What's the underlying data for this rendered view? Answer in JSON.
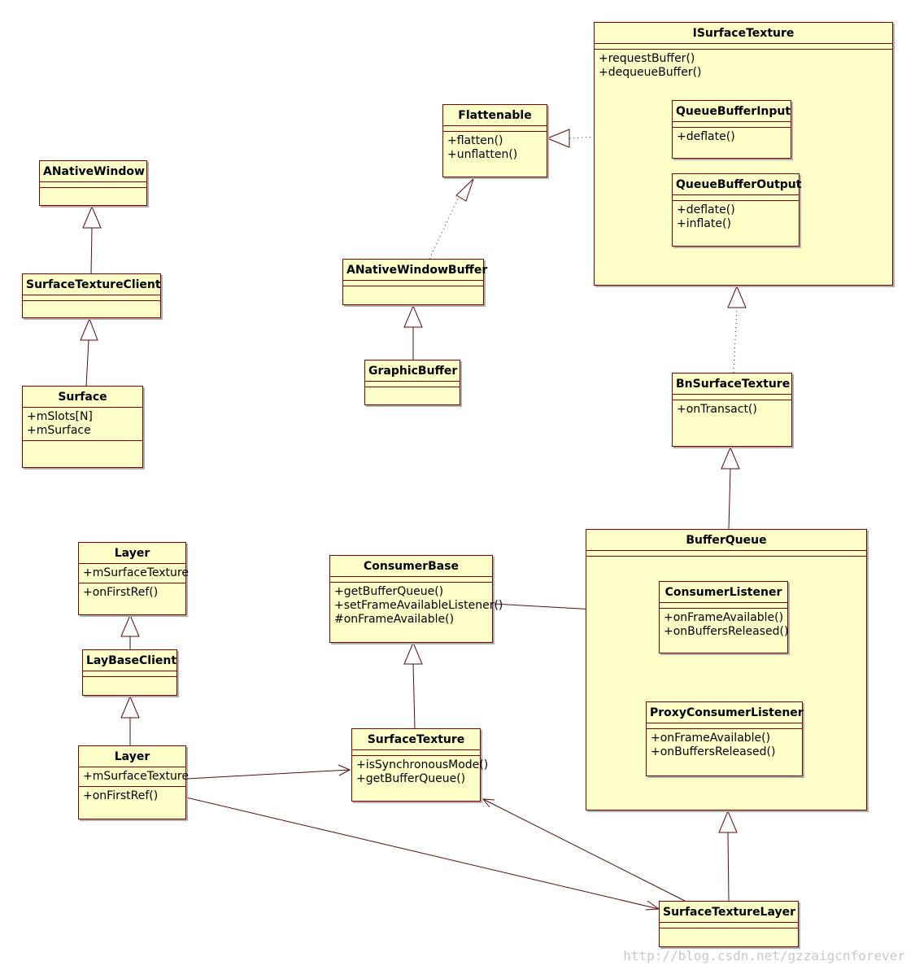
{
  "classes": {
    "isurfacetexture": {
      "name": "ISurfaceTexture",
      "methods": [
        "+requestBuffer()",
        "+dequeueBuffer()"
      ]
    },
    "queuebufferinput": {
      "name": "QueueBufferInput",
      "methods": [
        "+deflate()"
      ]
    },
    "queuebufferoutput": {
      "name": "QueueBufferOutput",
      "methods": [
        "+deflate()",
        "+inflate()"
      ]
    },
    "flattenable": {
      "name": "Flattenable",
      "methods": [
        "+flatten()",
        "+unflatten()"
      ]
    },
    "anativewindow": {
      "name": "ANativeWindow"
    },
    "surfacetextureclient": {
      "name": "SurfaceTextureClient"
    },
    "surface": {
      "name": "Surface",
      "attributes": [
        "+mSlots[N]",
        "+mSurface"
      ]
    },
    "anativewindowbuffer": {
      "name": "ANativeWindowBuffer"
    },
    "graphicbuffer": {
      "name": "GraphicBuffer"
    },
    "bnsurfacetexture": {
      "name": "BnSurfaceTexture",
      "methods": [
        "+onTransact()"
      ]
    },
    "bufferqueue": {
      "name": "BufferQueue"
    },
    "consumerlistener": {
      "name": "ConsumerListener",
      "methods": [
        "+onFrameAvailable()",
        "+onBuffersReleased()"
      ]
    },
    "proxyconsumerlistener": {
      "name": "ProxyConsumerListener",
      "methods": [
        "+onFrameAvailable()",
        "+onBuffersReleased()"
      ]
    },
    "consumerbase": {
      "name": "ConsumerBase",
      "methods": [
        "+getBufferQueue()",
        "+setFrameAvailableListener()",
        "#onFrameAvailable()"
      ]
    },
    "layer_top": {
      "name": "Layer",
      "attributes": [
        "+mSurfaceTexture"
      ],
      "methods": [
        "+onFirstRef()"
      ]
    },
    "laybaseclient": {
      "name": "LayBaseClient"
    },
    "layer_bottom": {
      "name": "Layer",
      "attributes": [
        "+mSurfaceTexture"
      ],
      "methods": [
        "+onFirstRef()"
      ]
    },
    "surfacetexture": {
      "name": "SurfaceTexture",
      "methods": [
        "+isSynchronousMode()",
        "+getBufferQueue()"
      ]
    },
    "surfacetexturelayer": {
      "name": "SurfaceTextureLayer"
    }
  },
  "watermark": "http://blog.csdn.net/gzzaigcnforever",
  "colors": {
    "fill": "#ffffc8",
    "border": "#800000",
    "line": "#5a0a0a"
  }
}
